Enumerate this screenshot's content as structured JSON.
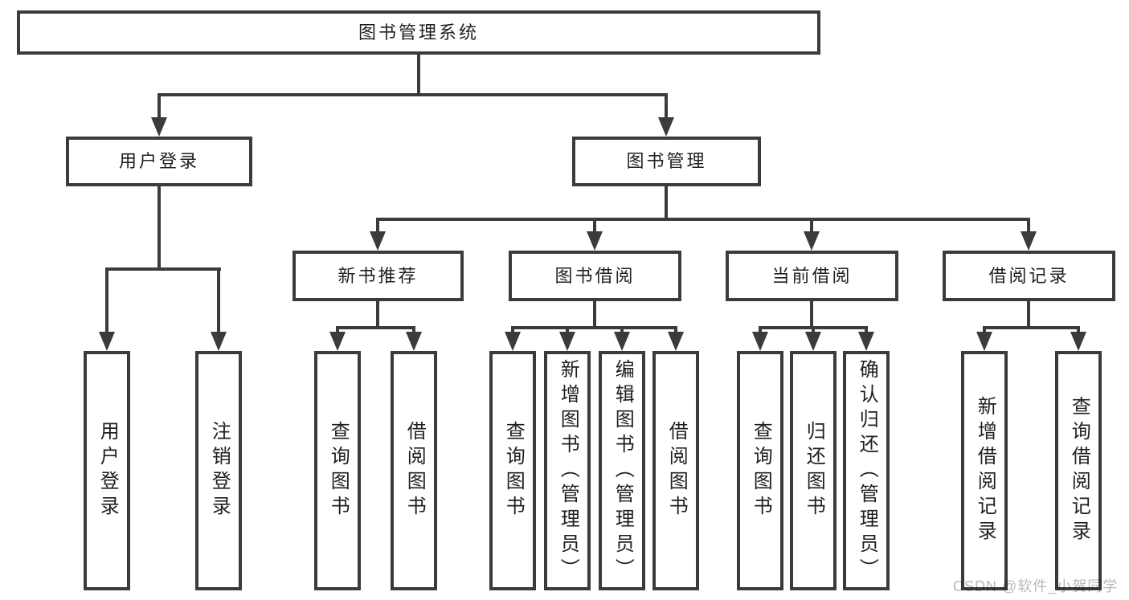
{
  "diagram": {
    "title": "图书管理系统",
    "level2": [
      {
        "id": "user-login",
        "label": "用户登录"
      },
      {
        "id": "book-management",
        "label": "图书管理"
      }
    ],
    "level3": [
      {
        "id": "new-book-recommend",
        "label": "新书推荐",
        "parent": "图书管理"
      },
      {
        "id": "book-borrowing",
        "label": "图书借阅",
        "parent": "图书管理"
      },
      {
        "id": "current-borrowing",
        "label": "当前借阅",
        "parent": "图书管理"
      },
      {
        "id": "borrowing-records",
        "label": "借阅记录",
        "parent": "图书管理"
      }
    ],
    "leaves": [
      {
        "parent": "用户登录",
        "label": "用户登录"
      },
      {
        "parent": "用户登录",
        "label": "注销登录"
      },
      {
        "parent": "新书推荐",
        "label": "查询图书"
      },
      {
        "parent": "新书推荐",
        "label": "借阅图书"
      },
      {
        "parent": "图书借阅",
        "label": "查询图书"
      },
      {
        "parent": "图书借阅",
        "label": "新增图书（管理员）"
      },
      {
        "parent": "图书借阅",
        "label": "编辑图书（管理员）"
      },
      {
        "parent": "图书借阅",
        "label": "借阅图书"
      },
      {
        "parent": "当前借阅",
        "label": "查询图书"
      },
      {
        "parent": "当前借阅",
        "label": "归还图书"
      },
      {
        "parent": "当前借阅",
        "label": "确认归还（管理员）"
      },
      {
        "parent": "借阅记录",
        "label": "新增借阅记录"
      },
      {
        "parent": "借阅记录",
        "label": "查询借阅记录"
      }
    ],
    "watermark": "CSDN @软件_小贺同学",
    "colors": {
      "line": "#3b3b3b",
      "text": "#1f1f1f",
      "background": "#ffffff",
      "watermark": "#b9b9b9"
    }
  }
}
